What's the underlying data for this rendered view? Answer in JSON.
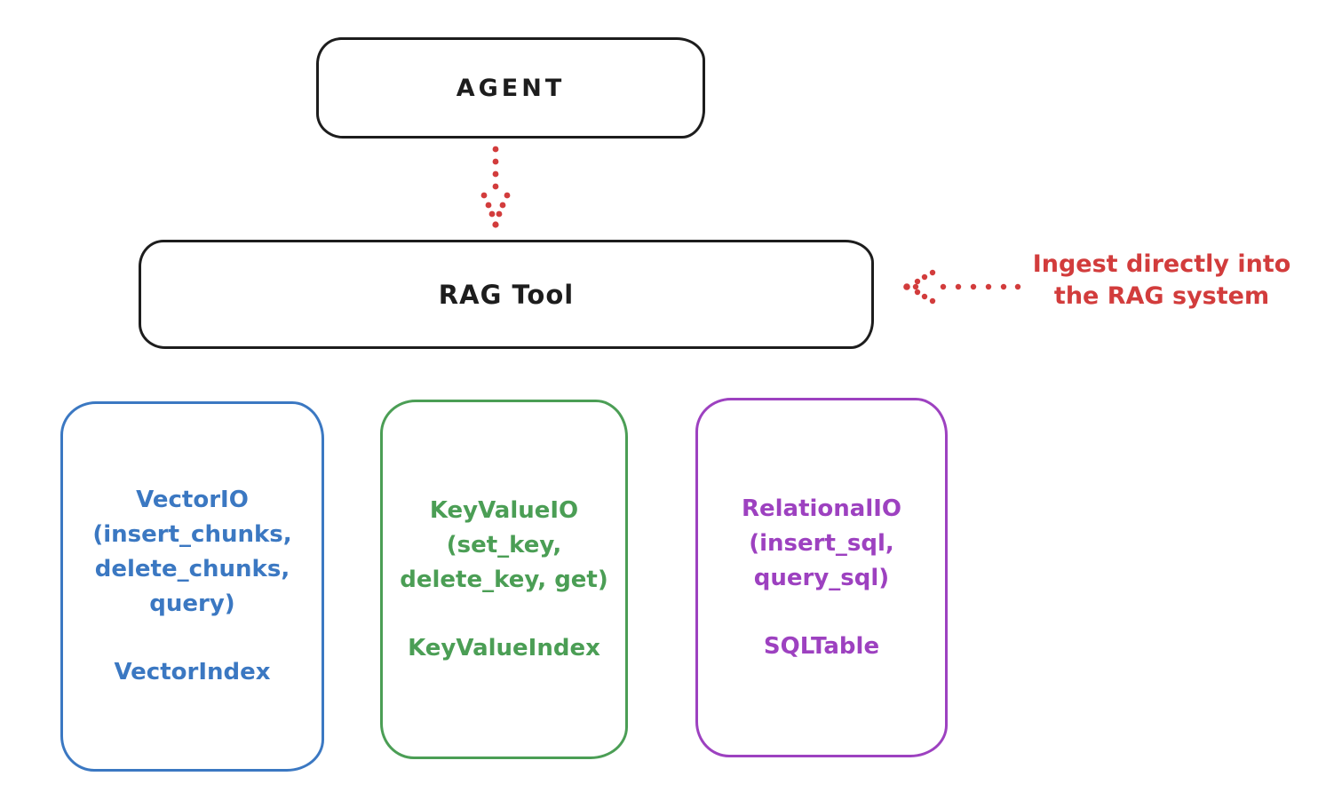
{
  "agent_box": {
    "label": "AGENT"
  },
  "rag_tool_box": {
    "label": "RAG Tool"
  },
  "ingest_annotation": {
    "text": "Ingest directly into\nthe RAG system",
    "color": "#d23c3c"
  },
  "arrows": {
    "agent_to_rag": {
      "style": "dotted",
      "direction": "down",
      "color": "#d23c3c"
    },
    "annotation_to_rag": {
      "style": "dotted",
      "direction": "left",
      "color": "#d23c3c"
    }
  },
  "io_boxes": [
    {
      "name": "VectorIO",
      "color": "#3b78c2",
      "body": "VectorIO\n(insert_chunks,\ndelete_chunks,\nquery)",
      "footer": "VectorIndex"
    },
    {
      "name": "KeyValueIO",
      "color": "#4b9e55",
      "body": "KeyValueIO\n(set_key,\ndelete_key, get)",
      "footer": "KeyValueIndex"
    },
    {
      "name": "RelationalIO",
      "color": "#9d41c0",
      "body": "RelationalIO\n(insert_sql,\nquery_sql)",
      "footer": "SQLTable"
    }
  ],
  "palette": {
    "ink": "#1d1d1d",
    "red": "#d23c3c",
    "blue": "#3b78c2",
    "green": "#4b9e55",
    "purple": "#9d41c0",
    "background": "#ffffff"
  }
}
